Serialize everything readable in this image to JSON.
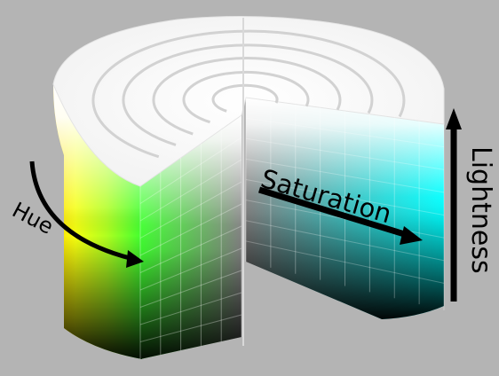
{
  "figure": {
    "background_color": "#b4b4b4",
    "labels": {
      "hue": "Hue",
      "saturation": "Saturation",
      "lightness": "Lightness"
    },
    "colors": {
      "hue_left": "#ffff00",
      "hue_cutaway": "#00ff00",
      "cut_face_hue": "#00ffff",
      "top": "#ffffff",
      "bottom": "#000000",
      "arrow": "#000000"
    }
  }
}
